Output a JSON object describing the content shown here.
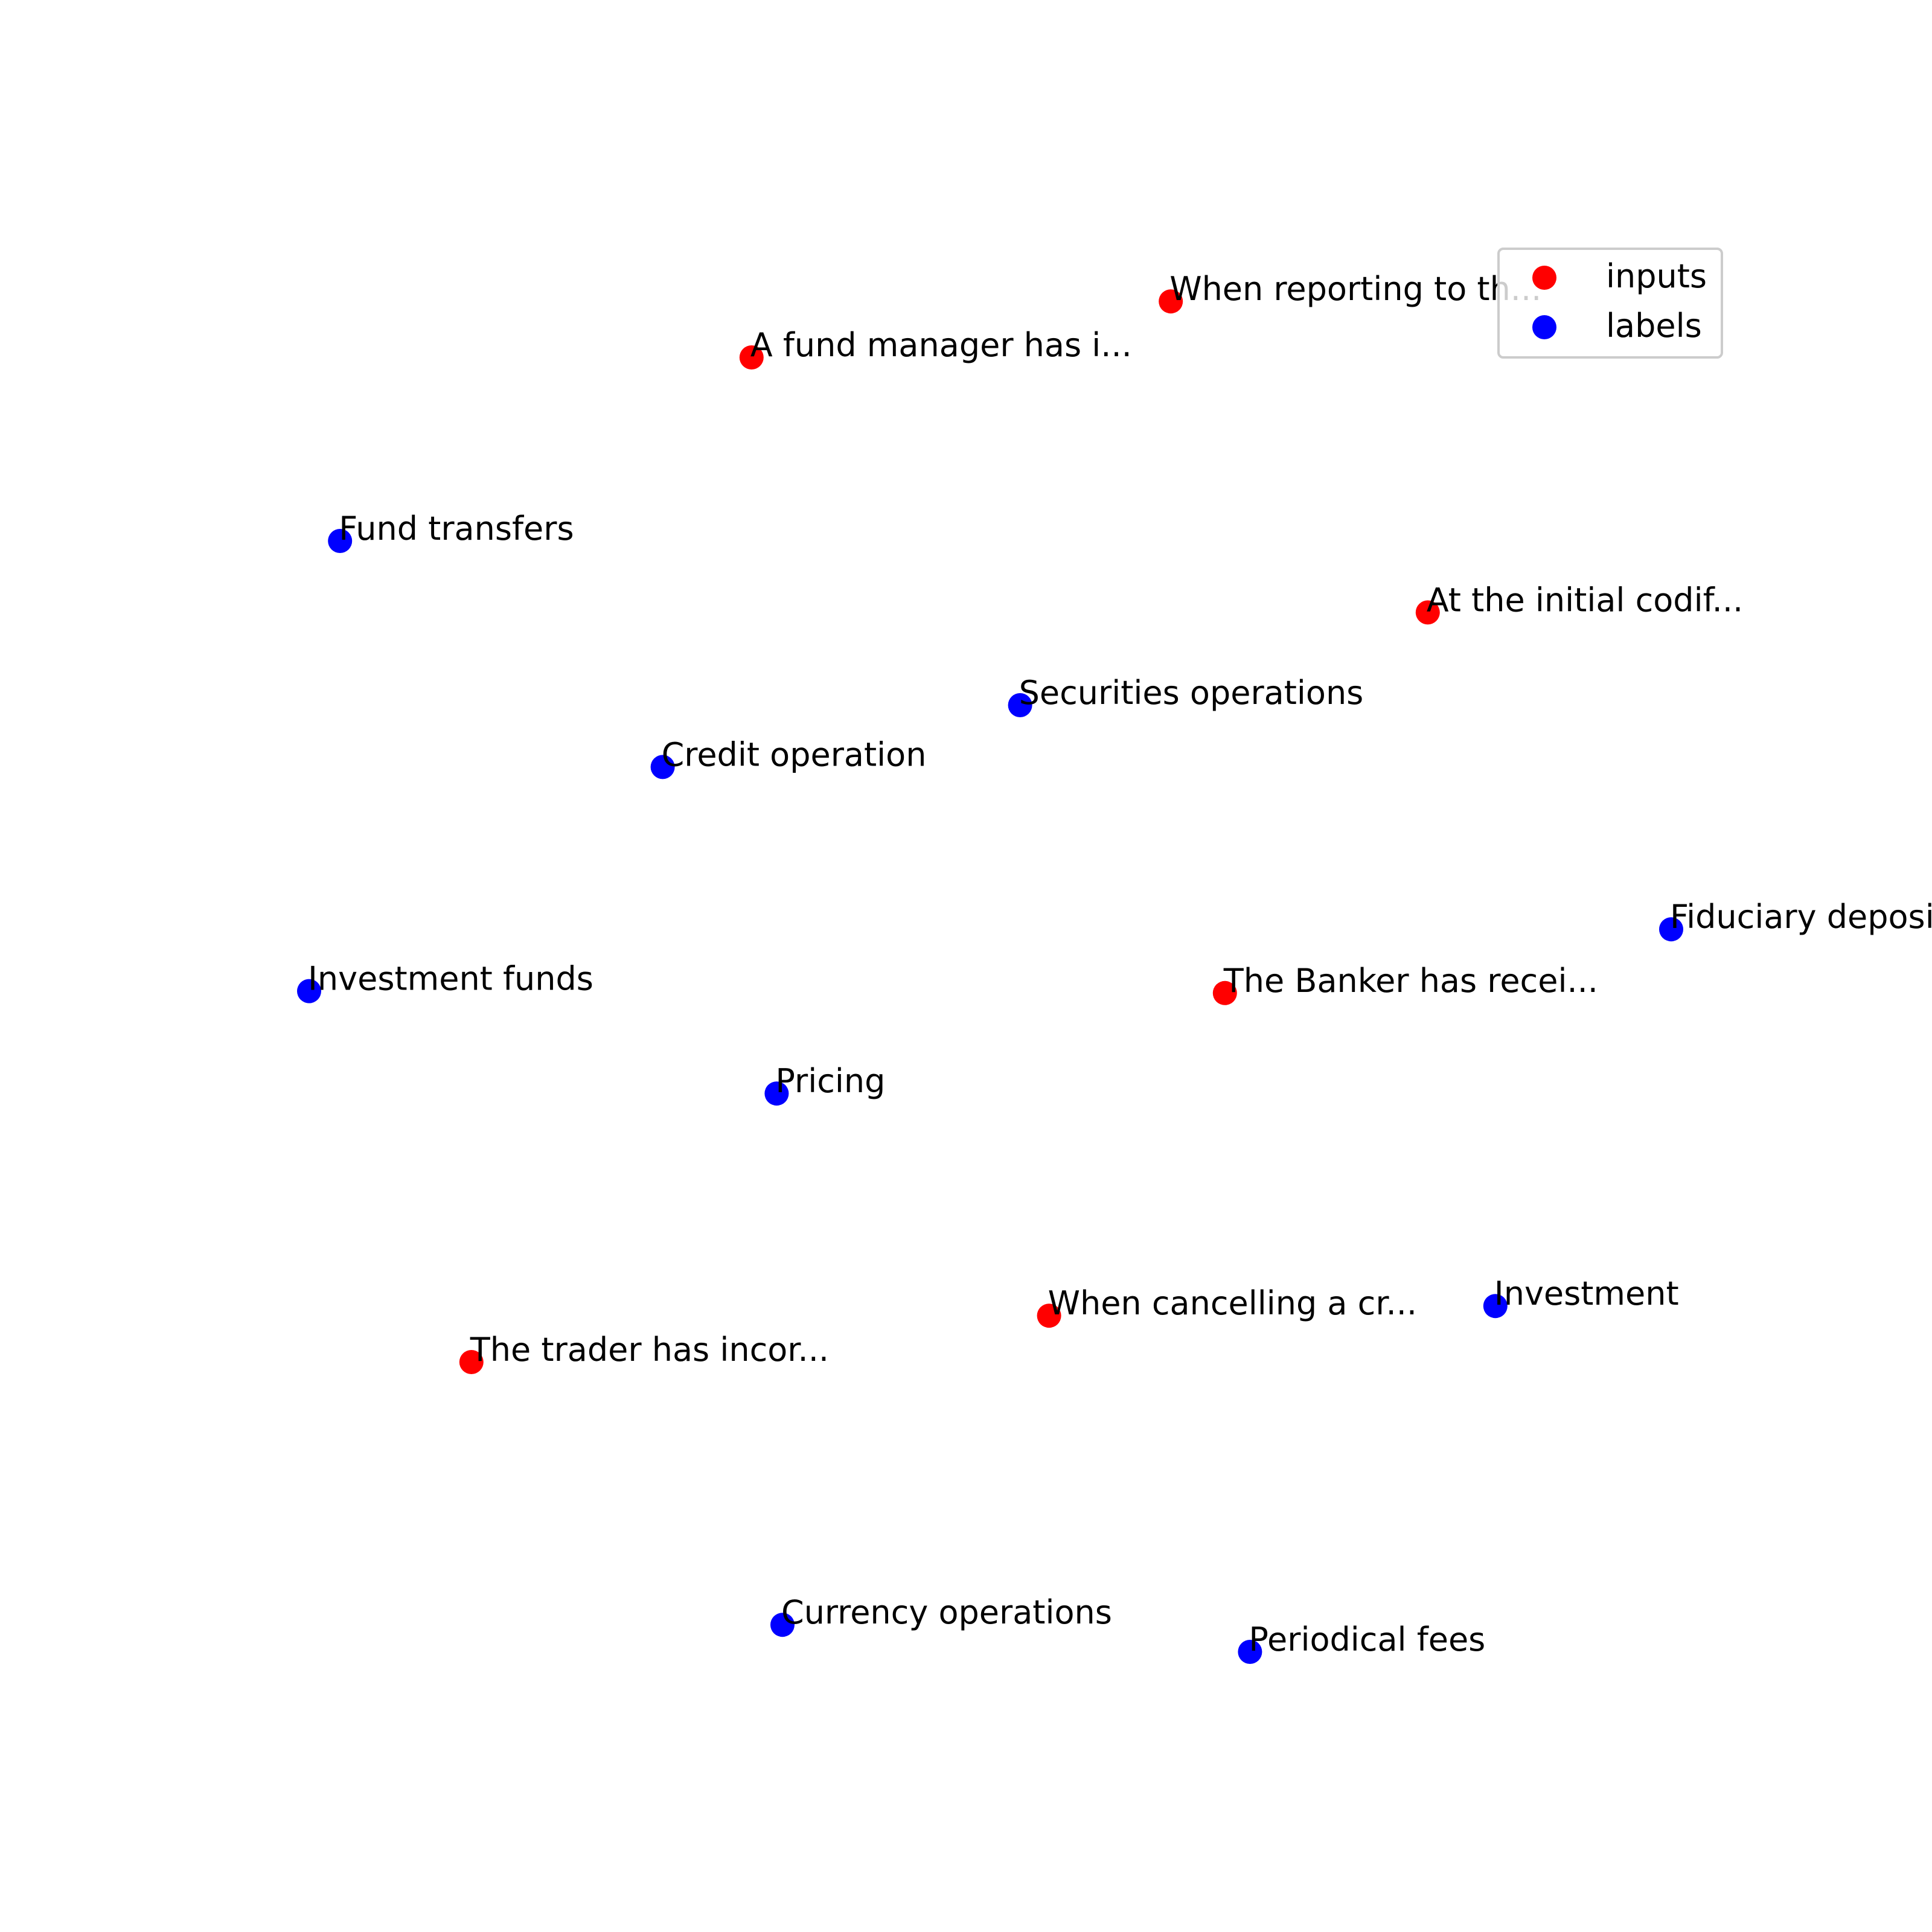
{
  "chart_data": {
    "type": "scatter",
    "title": "",
    "xlabel": "",
    "ylabel": "",
    "axes_visible": false,
    "grid": false,
    "xlim": [
      0,
      100
    ],
    "ylim": [
      0,
      100
    ],
    "legend": {
      "position": "top-right",
      "entries": [
        {
          "name": "inputs",
          "color": "#ff0000"
        },
        {
          "name": "labels",
          "color": "#0000ff"
        }
      ]
    },
    "series": [
      {
        "name": "inputs",
        "color": "#ff0000",
        "points": [
          {
            "x": 60.6,
            "y": 84.4,
            "label": "When reporting to th..."
          },
          {
            "x": 38.9,
            "y": 81.5,
            "label": "A fund manager has i..."
          },
          {
            "x": 73.9,
            "y": 68.3,
            "label": "At the initial codif..."
          },
          {
            "x": 63.4,
            "y": 48.6,
            "label": "The Banker has recei..."
          },
          {
            "x": 54.3,
            "y": 31.9,
            "label": "When cancelling a cr..."
          },
          {
            "x": 24.4,
            "y": 29.5,
            "label": "The trader has incor..."
          }
        ]
      },
      {
        "name": "labels",
        "color": "#0000ff",
        "points": [
          {
            "x": 17.6,
            "y": 72.0,
            "label": "Fund transfers"
          },
          {
            "x": 52.8,
            "y": 63.5,
            "label": "Securities operations"
          },
          {
            "x": 34.3,
            "y": 60.3,
            "label": "Credit operation"
          },
          {
            "x": 86.5,
            "y": 51.9,
            "label": "Fiduciary deposit"
          },
          {
            "x": 16.0,
            "y": 48.7,
            "label": "Investment funds"
          },
          {
            "x": 40.2,
            "y": 43.4,
            "label": "Pricing"
          },
          {
            "x": 77.4,
            "y": 32.4,
            "label": "Investment"
          },
          {
            "x": 40.5,
            "y": 15.9,
            "label": "Currency operations"
          },
          {
            "x": 64.7,
            "y": 14.5,
            "label": "Periodical fees"
          }
        ]
      }
    ]
  }
}
